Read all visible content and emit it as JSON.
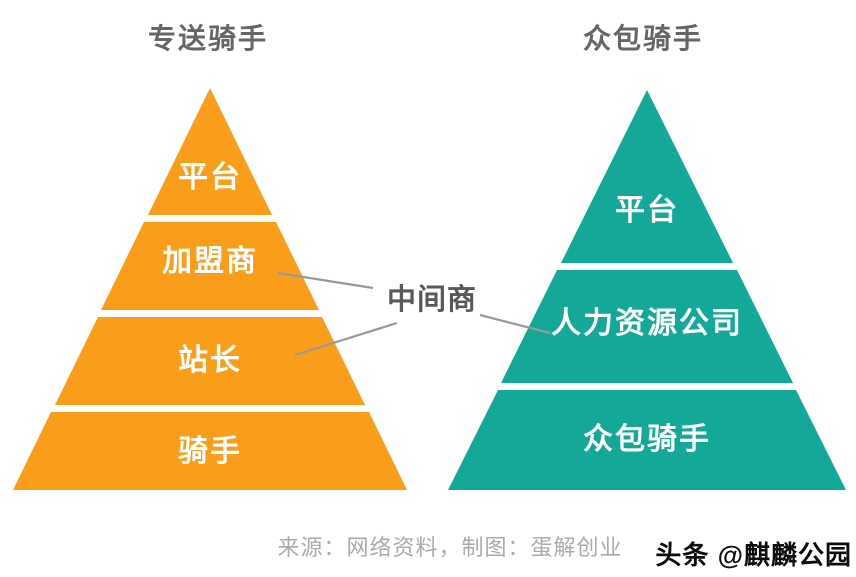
{
  "diagram": {
    "left_pyramid": {
      "title": "专送骑手",
      "color": "#FA9D1A",
      "layers": [
        "平台",
        "加盟商",
        "站长",
        "骑手"
      ]
    },
    "right_pyramid": {
      "title": "众包骑手",
      "color": "#13A897",
      "layers": [
        "平台",
        "人力资源公司",
        "众包骑手"
      ]
    },
    "middleman_label": "中间商",
    "connectors": [
      {
        "from": "加盟商",
        "to": "中间商"
      },
      {
        "from": "站长",
        "to": "中间商"
      },
      {
        "from": "中间商",
        "to": "人力资源公司"
      }
    ]
  },
  "footer": {
    "source_note": "来源：网络资料，制图：蛋解创业"
  },
  "watermark": "头条 @麒麟公园",
  "colors": {
    "orange": "#FA9D1A",
    "teal": "#13A897",
    "connector_gray": "#999999",
    "title_gray": "#666666",
    "middleman_gray": "#595959",
    "source_gray": "#ABABAB",
    "watermark_black": "#0D0D0D",
    "label_white": "#FFFFFF",
    "background": "#FFFFFF"
  }
}
